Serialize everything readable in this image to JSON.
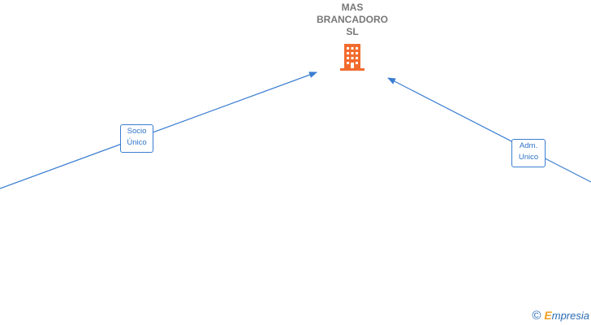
{
  "company": {
    "name": "MAS BRANCADORO SL",
    "icon": "building-icon",
    "icon_color": "#f26b2e"
  },
  "relations": [
    {
      "label_line1": "Socio",
      "label_line2": "Único"
    },
    {
      "label_line1": "Adm.",
      "label_line2": "Unico"
    }
  ],
  "colors": {
    "edge": "#3a7dd1",
    "label_text": "#2f73c9",
    "node_text": "#777777"
  },
  "watermark": {
    "copyright": "©",
    "brand_initial": "E",
    "brand_rest": "mpresia"
  }
}
